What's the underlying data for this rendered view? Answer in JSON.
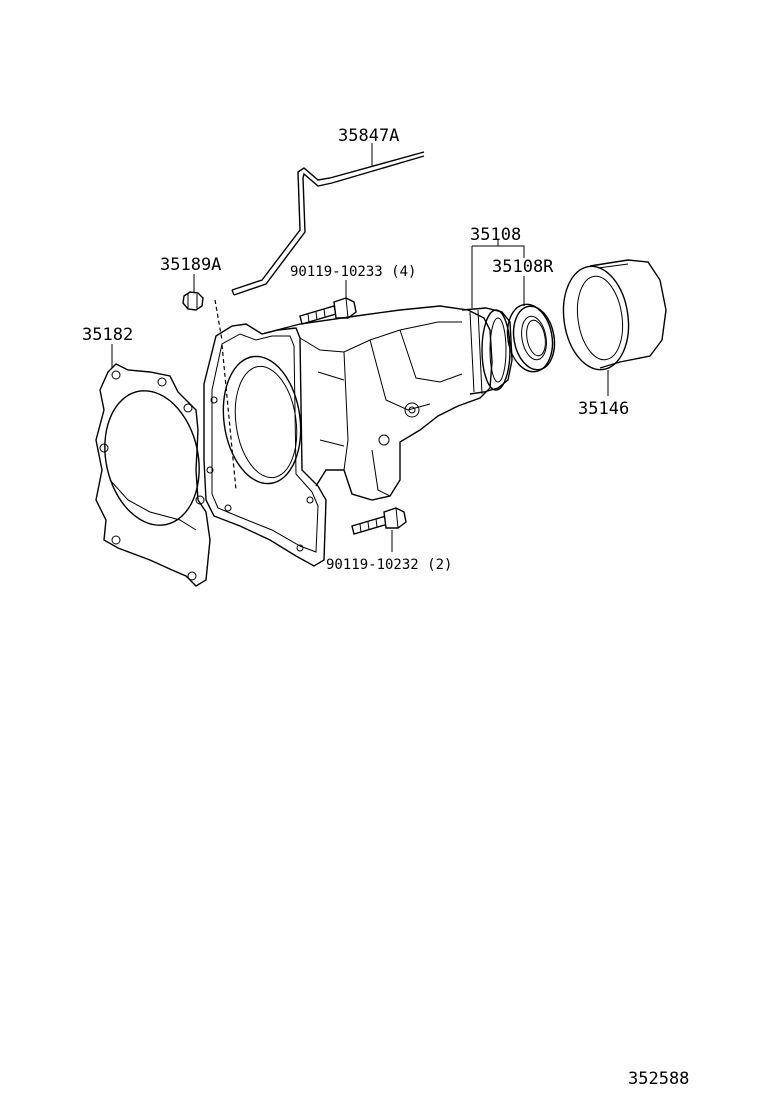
{
  "labels": {
    "breather_tube": "35847A",
    "breather_plug": "35189A",
    "bolt_upper": "90119-10233 (4)",
    "extension_housing": "35108",
    "oil_seal": "35108R",
    "gasket": "35182",
    "dust_deflector": "35146",
    "bolt_lower": "90119-10232 (2)",
    "diagram_number": "352588"
  }
}
